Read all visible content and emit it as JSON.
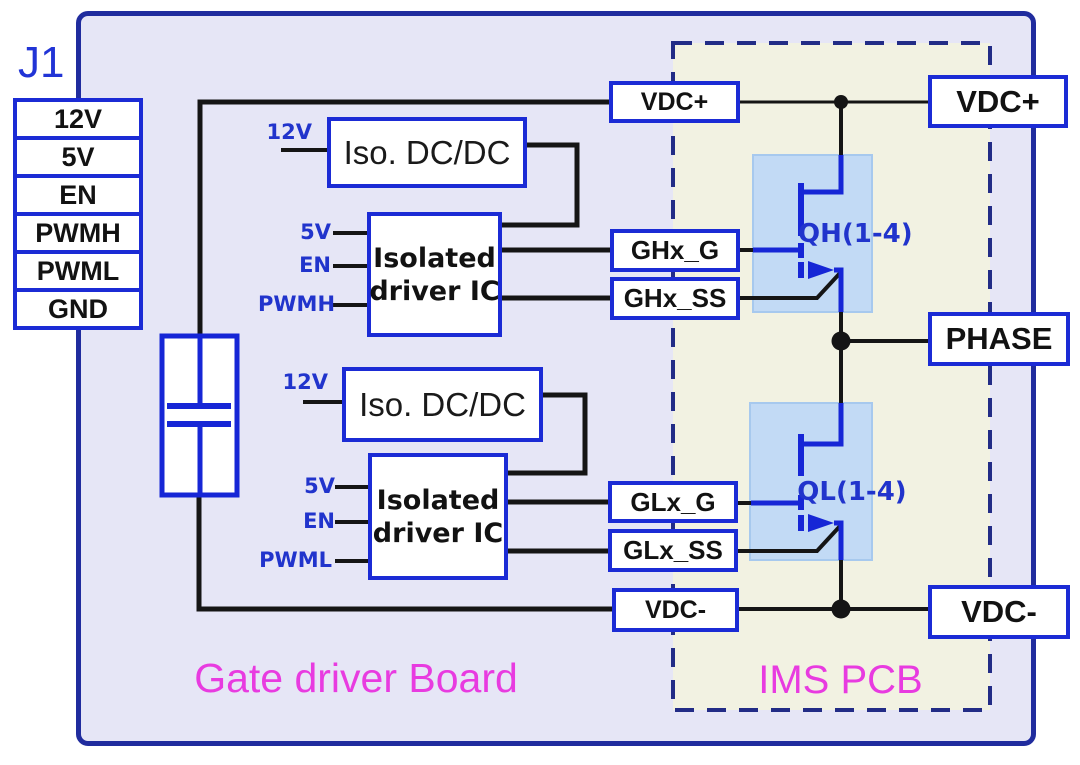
{
  "j1": {
    "label": "J1",
    "pins": [
      "12V",
      "5V",
      "EN",
      "PWMH",
      "PWML",
      "GND"
    ]
  },
  "captions": {
    "board": "Gate driver Board",
    "ims": "IMS PCB"
  },
  "top_channel": {
    "supply": "12V",
    "dcdc": "Iso. DC/DC",
    "driver_line1": "Isolated",
    "driver_line2": "driver IC",
    "in_5v": "5V",
    "in_en": "EN",
    "in_pwm": "PWMH",
    "out_gate": "GHx_G",
    "out_sense": "GHx_SS",
    "transistor": "QH(1-4)"
  },
  "bottom_channel": {
    "supply": "12V",
    "dcdc": "Iso. DC/DC",
    "driver_line1": "Isolated",
    "driver_line2": "driver IC",
    "in_5v": "5V",
    "in_en": "EN",
    "in_pwm": "PWML",
    "out_gate": "GLx_G",
    "out_sense": "GLx_SS",
    "transistor": "QL(1-4)"
  },
  "bus": {
    "vdc_plus_int": "VDC+",
    "vdc_minus_int": "VDC-",
    "vdc_plus_ext": "VDC+",
    "phase_ext": "PHASE",
    "vdc_minus_ext": "VDC-"
  },
  "colors": {
    "box_border": "#1B2BD5",
    "board_border": "#202C9E",
    "wire_black": "#151515",
    "mosfet_blue": "#1626D6",
    "blue_text": "#2134CC",
    "magenta_text": "#E83BE0",
    "board_fill": "#E6E6F6",
    "ims_fill": "#F2F2E2",
    "fet_box_fill": "#C2DAF5"
  }
}
